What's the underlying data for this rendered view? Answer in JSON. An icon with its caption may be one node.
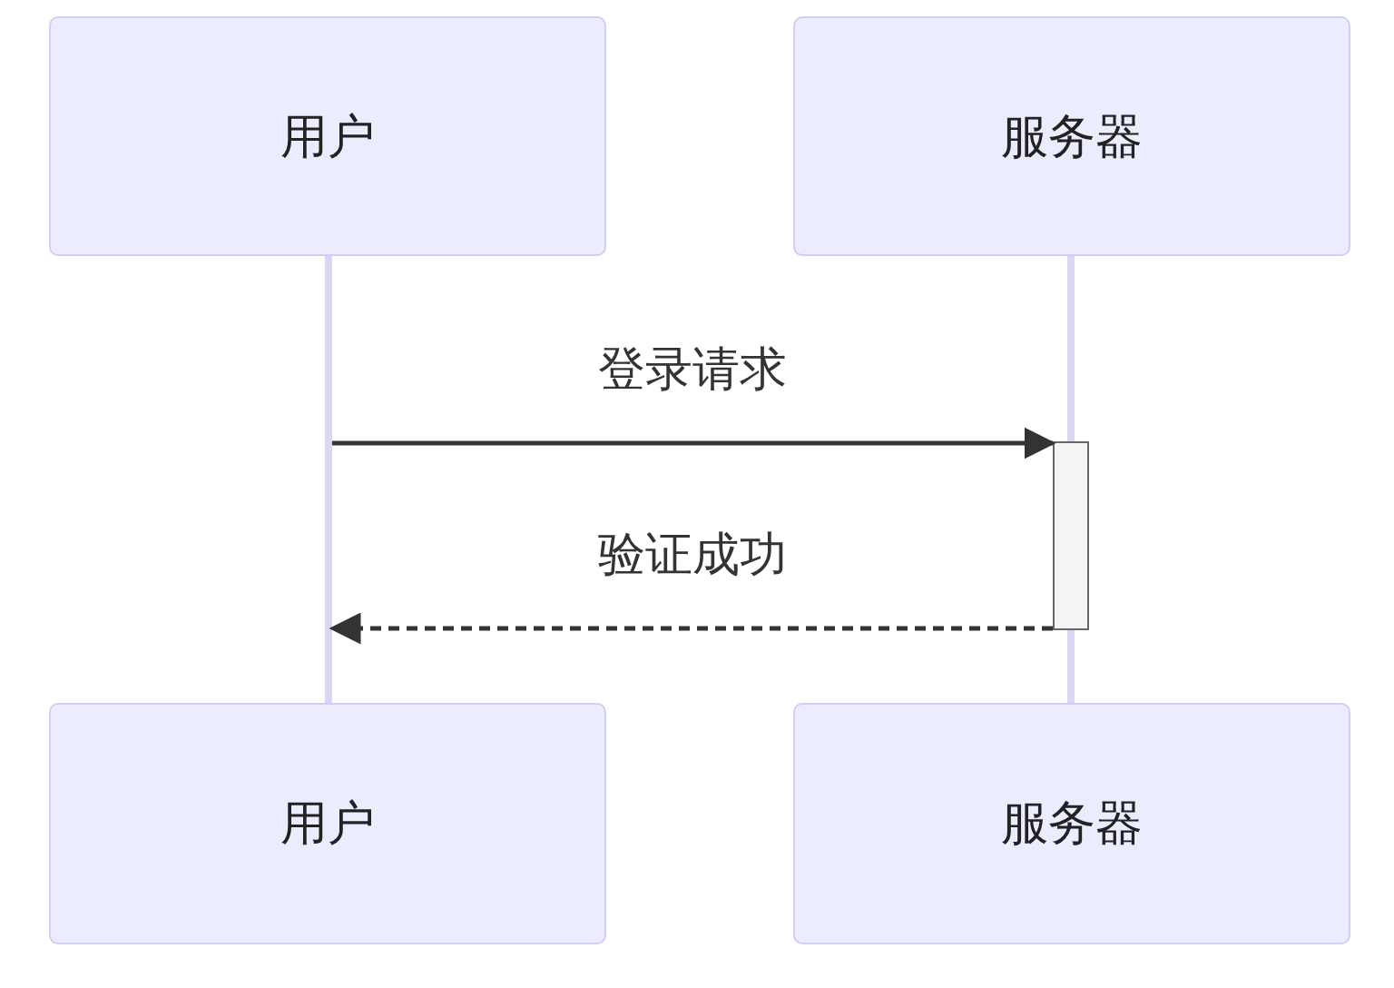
{
  "diagram": {
    "nodes": [
      {
        "text": [
          "用户"
        ]
      },
      {
        "text": [
          "服务器"
        ]
      },
      {
        "text": [
          "用户"
        ]
      },
      {
        "text": [
          "服务器"
        ]
      },
      {
        "text": [],
        "shape": "line"
      },
      {
        "text": [],
        "shape": "line"
      },
      {
        "text": [],
        "shape": "bar",
        "in": 5
      }
    ],
    "edges": [
      {
        "from": 4,
        "to": 6,
        "arrow": "to",
        "label": "登录请求"
      },
      {
        "from": 6,
        "to": 4,
        "arrow": "to",
        "label": "验证成功",
        "style": "dashed"
      }
    ]
  }
}
